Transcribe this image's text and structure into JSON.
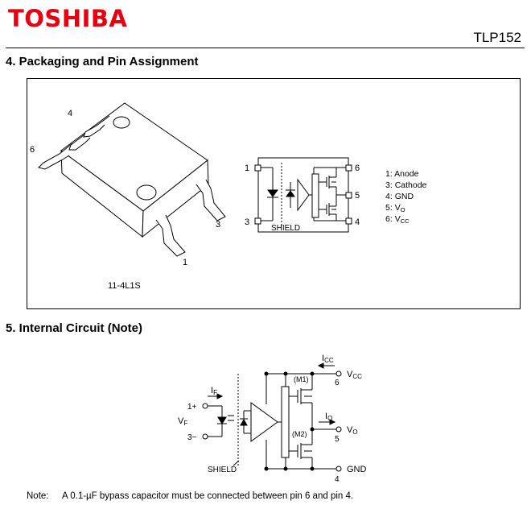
{
  "header": {
    "brand": "TOSHIBA",
    "doc_id": "TLP152",
    "brand_color": "#e60012"
  },
  "section4": {
    "title": "4.  Packaging and Pin Assignment",
    "package_code": "11-4L1S",
    "package_pins": {
      "p4": "4",
      "p6": "6",
      "p3": "3",
      "p1": "1"
    },
    "schematic_pins": {
      "p1": "1",
      "p3": "3",
      "p4": "4",
      "p5": "5",
      "p6": "6"
    },
    "shield_label": "SHIELD",
    "pin_legend": [
      {
        "num": "1",
        "name": "Anode"
      },
      {
        "num": "3",
        "name": "Cathode"
      },
      {
        "num": "4",
        "name": "GND"
      },
      {
        "num": "5",
        "name": "V",
        "sub": "O"
      },
      {
        "num": "6",
        "name": "V",
        "sub": "CC"
      }
    ]
  },
  "section5": {
    "title": "5.  Internal Circuit (Note)",
    "labels": {
      "icc_main": "I",
      "icc_sub": "CC",
      "vcc_main": "V",
      "vcc_sub": "CC",
      "pin6": "6",
      "m1": "(M1)",
      "m2": "(M2)",
      "if_main": "I",
      "if_sub": "F",
      "pin1": "1+",
      "vf_main": "V",
      "vf_sub": "F",
      "pin3": "3−",
      "io_main": "I",
      "io_sub": "O",
      "vo_main": "V",
      "vo_sub": "O",
      "pin5": "5",
      "shield": "SHIELD",
      "gnd": "GND",
      "pin4": "4"
    }
  },
  "note": {
    "label": "Note:",
    "text": "A 0.1-µF bypass capacitor must be connected between pin 6 and pin 4."
  }
}
